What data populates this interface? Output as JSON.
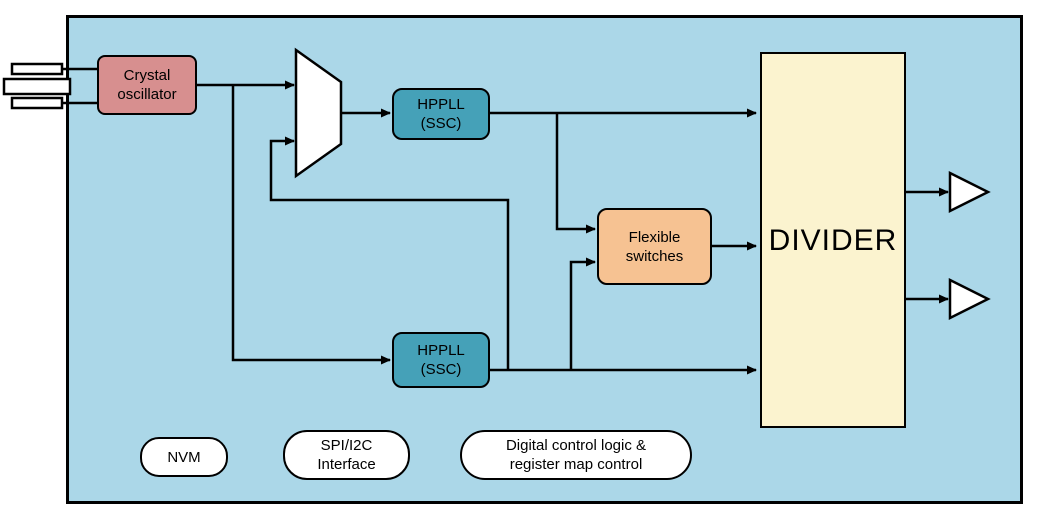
{
  "blocks": {
    "crystal_oscillator": {
      "line1": "Crystal",
      "line2": "oscillator"
    },
    "hppll_top": {
      "line1": "HPPLL",
      "line2": "(SSC)"
    },
    "hppll_bottom": {
      "line1": "HPPLL",
      "line2": "(SSC)"
    },
    "flexible_switches": {
      "line1": "Flexible",
      "line2": "switches"
    },
    "divider": {
      "label": "DIVIDER"
    },
    "nvm": {
      "label": "NVM"
    },
    "spi_i2c_interface": {
      "line1": "SPI/I2C",
      "line2": "Interface"
    },
    "digital_control": {
      "line1": "Digital control logic &",
      "line2": "register map control"
    }
  },
  "icons": {
    "crystal": "crystal-symbol",
    "mux": "mux-selector",
    "output_buffer_top": "output-buffer-icon",
    "output_buffer_bottom": "output-buffer-icon"
  },
  "colors": {
    "panel_background": "#abd7e8",
    "crystal_oscillator_fill": "#d78f8f",
    "hppll_fill": "#45a1b8",
    "flexible_switches_fill": "#f6c292",
    "divider_fill": "#fbf3cf",
    "pill_fill": "#ffffff",
    "line": "#000000"
  }
}
